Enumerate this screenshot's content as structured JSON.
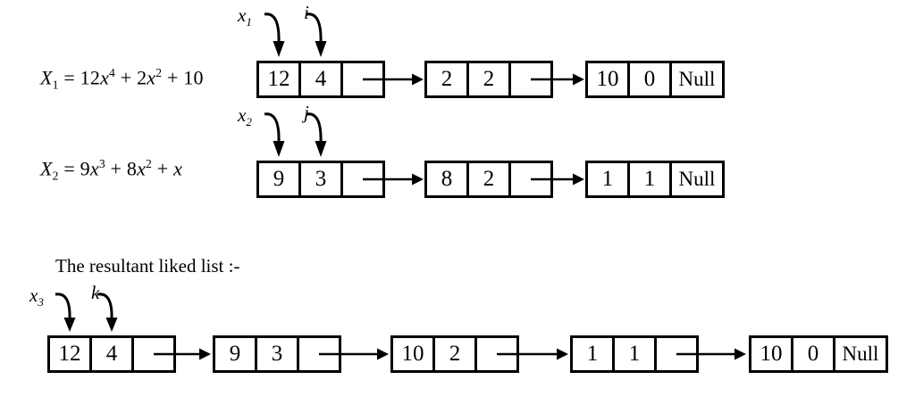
{
  "symbols": {
    "equals": " = ",
    "plus": " + "
  },
  "equations": [
    {
      "var": "X",
      "sub": "1",
      "terms": [
        {
          "c": "12",
          "v": "x",
          "e": "4"
        },
        {
          "c": "2",
          "v": "x",
          "e": "2"
        },
        {
          "c": "10",
          "v": "",
          "e": ""
        }
      ]
    },
    {
      "var": "X",
      "sub": "2",
      "terms": [
        {
          "c": "9",
          "v": "x",
          "e": "3"
        },
        {
          "c": "8",
          "v": "x",
          "e": "2"
        },
        {
          "c": "",
          "v": "x",
          "e": ""
        }
      ]
    }
  ],
  "resultant_label": "The resultant liked list :-",
  "lists": [
    {
      "name": "list-x1",
      "pointers": [
        {
          "label": "x",
          "sub": "1"
        },
        {
          "label": "i",
          "sub": ""
        }
      ],
      "nodes": [
        {
          "coef": "12",
          "exp": "4",
          "next": ""
        },
        {
          "coef": "2",
          "exp": "2",
          "next": ""
        },
        {
          "coef": "10",
          "exp": "0",
          "next": "Null"
        }
      ]
    },
    {
      "name": "list-x2",
      "pointers": [
        {
          "label": "x",
          "sub": "2"
        },
        {
          "label": "j",
          "sub": ""
        }
      ],
      "nodes": [
        {
          "coef": "9",
          "exp": "3",
          "next": ""
        },
        {
          "coef": "8",
          "exp": "2",
          "next": ""
        },
        {
          "coef": "1",
          "exp": "1",
          "next": "Null"
        }
      ]
    },
    {
      "name": "list-result",
      "pointers": [
        {
          "label": "x",
          "sub": "3"
        },
        {
          "label": "k",
          "sub": ""
        }
      ],
      "nodes": [
        {
          "coef": "12",
          "exp": "4",
          "next": ""
        },
        {
          "coef": "9",
          "exp": "3",
          "next": ""
        },
        {
          "coef": "10",
          "exp": "2",
          "next": ""
        },
        {
          "coef": "1",
          "exp": "1",
          "next": ""
        },
        {
          "coef": "10",
          "exp": "0",
          "next": "Null"
        }
      ]
    }
  ],
  "colors": {
    "line": "#000000",
    "background": "#ffffff"
  }
}
